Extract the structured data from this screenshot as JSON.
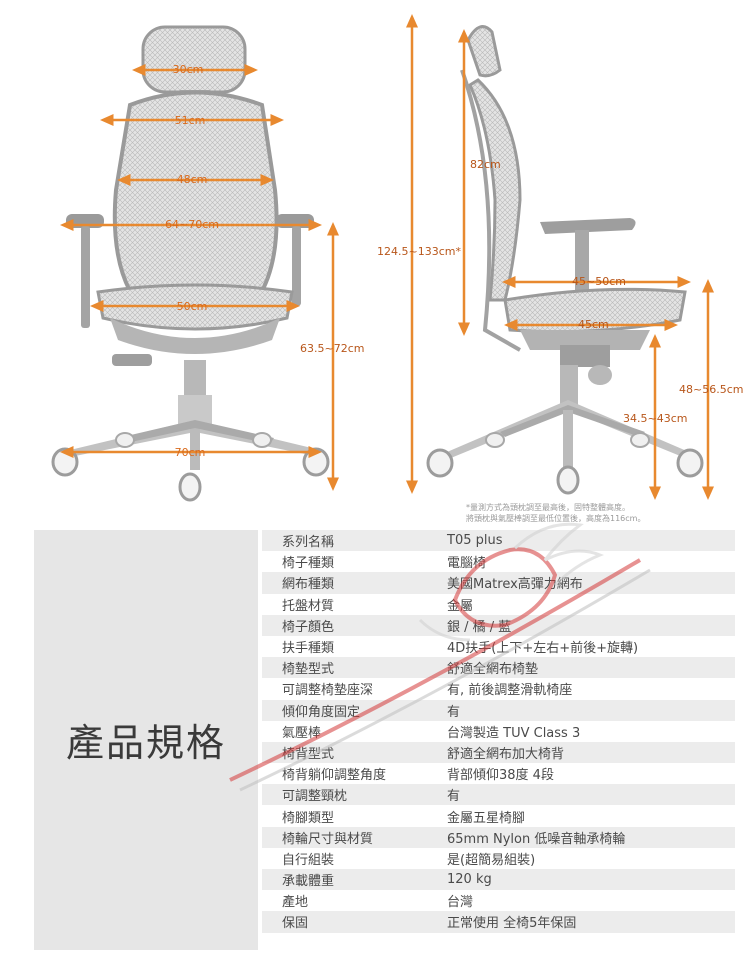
{
  "dimensions": {
    "headrest_width": "30cm",
    "back_upper_width": "51cm",
    "back_mid_width": "48cm",
    "armrest_span": "64~70cm",
    "seat_width": "50cm",
    "base_width": "70cm",
    "seat_height": "63.5~72cm",
    "total_height": "124.5~133cm*",
    "back_height": "82cm",
    "armrest_depth": "45~50cm",
    "seat_depth": "45cm",
    "armrest_height": "48~56.5cm",
    "seat_floor_height": "34.5~43cm"
  },
  "note": {
    "line1": "*量測方式為頭枕調至最高後，固特整體高度。",
    "line2": "將頭枕與氣壓棒調至最低位置後，高度為116cm。"
  },
  "spec": {
    "title": "產品規格",
    "rows": [
      {
        "label": "系列名稱",
        "value": "T05 plus"
      },
      {
        "label": "椅子種類",
        "value": "電腦椅"
      },
      {
        "label": "網布種類",
        "value": "美國Matrex高彈力網布"
      },
      {
        "label": "托盤材質",
        "value": "金屬"
      },
      {
        "label": "椅子顏色",
        "value": "銀 / 橘 / 藍"
      },
      {
        "label": "扶手種類",
        "value": "4D扶手(上下+左右+前後+旋轉)"
      },
      {
        "label": "椅墊型式",
        "value": "舒適全網布椅墊"
      },
      {
        "label": "可調整椅墊座深",
        "value": "有, 前後調整滑軌椅座"
      },
      {
        "label": "傾仰角度固定",
        "value": "有"
      },
      {
        "label": "氣壓棒",
        "value": "台灣製造 TUV Class 3"
      },
      {
        "label": "椅背型式",
        "value": "舒適全網布加大椅背"
      },
      {
        "label": "椅背躺仰調整角度",
        "value": "背部傾仰38度 4段"
      },
      {
        "label": "可調整頸枕",
        "value": "有"
      },
      {
        "label": "椅腳類型",
        "value": "金屬五星椅腳"
      },
      {
        "label": "椅輪尺寸與材質",
        "value": "65mm Nylon 低噪音軸承椅輪"
      },
      {
        "label": "自行組裝",
        "value": "是(超簡易組裝)"
      },
      {
        "label": "承載體重",
        "value": "120 kg"
      },
      {
        "label": "產地",
        "value": "台灣"
      },
      {
        "label": "保固",
        "value": "正常使用 全椅5年保固"
      }
    ]
  },
  "colors": {
    "accent_orange": "#e8892f",
    "chair_gray": "#9e9e9e",
    "title_box": "#e6e6e6",
    "row_shade": "#ececec",
    "watermark_red": "#d43a3a"
  },
  "icons": {
    "watermark": "perry-wings-logo"
  }
}
